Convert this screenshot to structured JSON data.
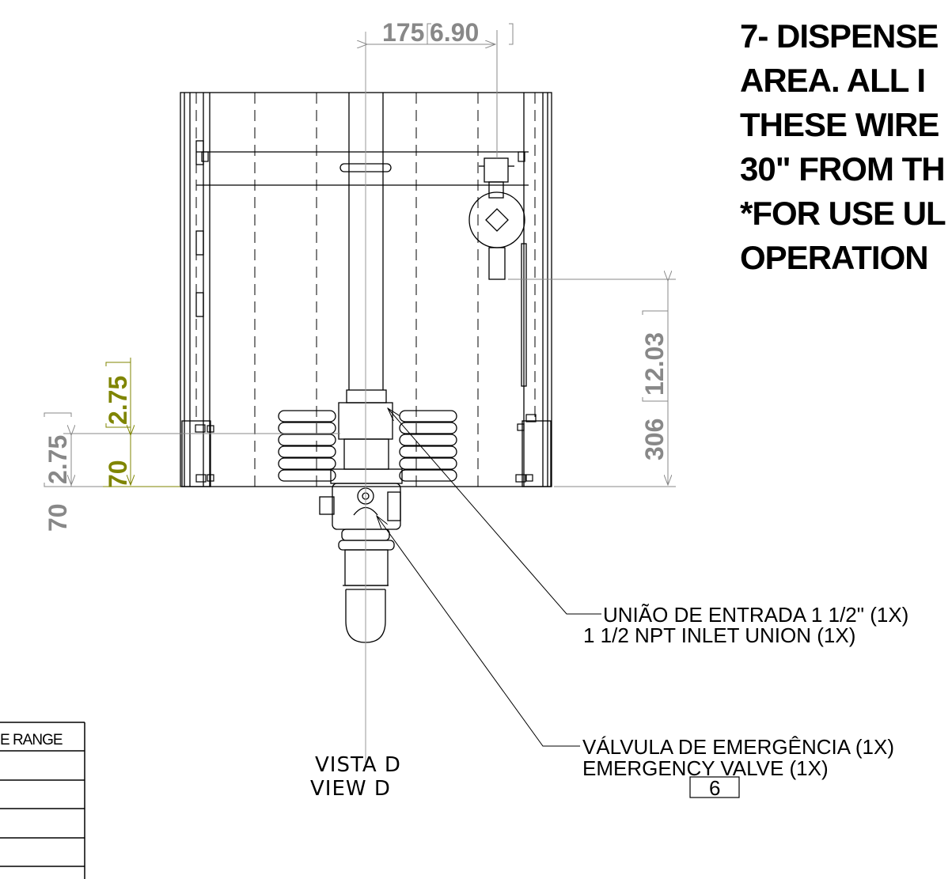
{
  "notes": {
    "lines": [
      "7- DISPENSE",
      "AREA.  ALL I",
      "THESE WIRE",
      "30\" FROM TH",
      "*FOR USE UL",
      "OPERATION"
    ]
  },
  "dimensions": {
    "top_width": {
      "mm": "175",
      "in": "6.90"
    },
    "right_height": {
      "mm": "306",
      "in": "12.03"
    },
    "left_outer": {
      "mm": "70",
      "in": "2.75"
    },
    "left_inner": {
      "mm": "70",
      "in": "2.75"
    }
  },
  "callouts": {
    "inlet_union": {
      "line1": "UNIÃO DE ENTRADA 1 1/2\" (1X)",
      "line2": "1 1/2 NPT INLET UNION (1X)"
    },
    "emergency_valve": {
      "line1": "VÁLVULA DE EMERGÊNCIA (1X)",
      "line2": "EMERGENCY VALVE (1X)",
      "item_number": "6"
    }
  },
  "view_label": {
    "line1": "VISTA D",
    "line2": "VIEW D"
  },
  "table": {
    "header_fragment": "E RANGE"
  },
  "colors": {
    "line": "#000000",
    "dimension_gray": "#888888",
    "dimension_olive": "#7f8500",
    "center_line": "#9a9a9a"
  }
}
